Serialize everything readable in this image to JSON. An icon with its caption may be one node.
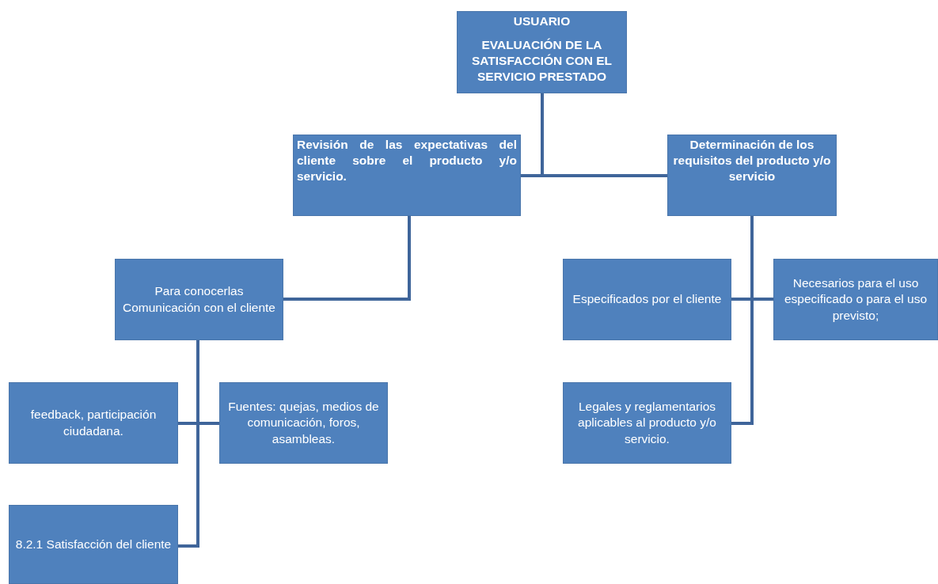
{
  "diagram": {
    "nodes": [
      {
        "text": [
          "USUARIO",
          "EVALUACIÓN DE LA SATISFACCIÓN CON EL SERVICIO PRESTADO"
        ]
      },
      {
        "text": [
          "Revisión de las expectativas del cliente sobre el producto y/o servicio."
        ]
      },
      {
        "text": [
          "Determinación de los requisitos del producto y/o servicio"
        ]
      },
      {
        "text": [
          "Para conocerlas Comunicación con el cliente"
        ]
      },
      {
        "text": [
          "Especificados por el cliente"
        ]
      },
      {
        "text": [
          "Necesarios para el uso especificado o para el uso previsto;"
        ]
      },
      {
        "text": [
          "feedback, participación ciudadana."
        ]
      },
      {
        "text": [
          "Fuentes: quejas, medios de comunicación, foros, asambleas."
        ]
      },
      {
        "text": [
          "Legales y reglamentarios aplicables al producto y/o servicio."
        ]
      },
      {
        "text": [
          "8.2.1 Satisfacción del cliente"
        ]
      }
    ],
    "edges": [
      {
        "from": 0,
        "to": 1,
        "arrow": "none"
      },
      {
        "from": 0,
        "to": 2,
        "arrow": "none"
      },
      {
        "from": 1,
        "to": 3,
        "arrow": "none"
      },
      {
        "from": 3,
        "to": 6,
        "arrow": "none"
      },
      {
        "from": 3,
        "to": 7,
        "arrow": "none"
      },
      {
        "from": 3,
        "to": 9,
        "arrow": "none"
      },
      {
        "from": 2,
        "to": 4,
        "arrow": "none"
      },
      {
        "from": 2,
        "to": 5,
        "arrow": "none"
      },
      {
        "from": 2,
        "to": 8,
        "arrow": "none"
      }
    ]
  }
}
